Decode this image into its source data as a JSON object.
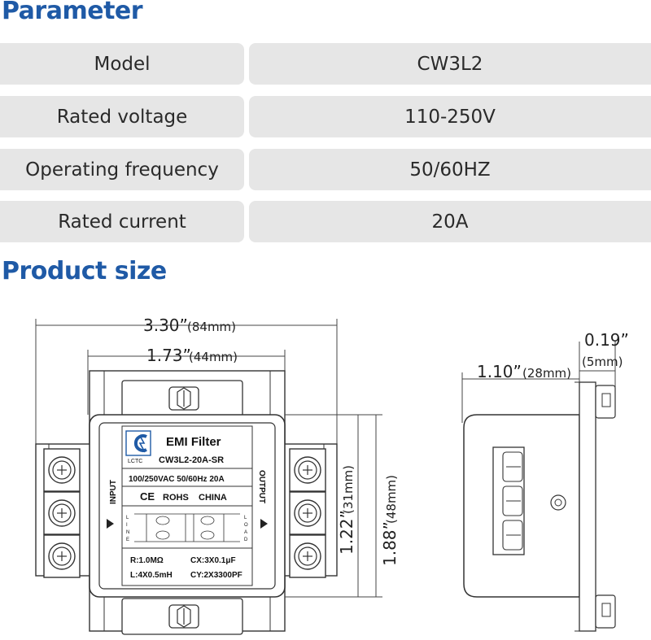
{
  "parameter_section": {
    "title": "Parameter",
    "rows": [
      {
        "label": "Model",
        "value": "CW3L2"
      },
      {
        "label": "Rated voltage",
        "value": "110-250V"
      },
      {
        "label": "Operating frequency",
        "value": "50/60HZ"
      },
      {
        "label": "Rated current",
        "value": "20A"
      }
    ]
  },
  "size_section": {
    "title": "Product size",
    "dimensions": {
      "width_total": {
        "inch": "3.30”",
        "mm": "(84mm)"
      },
      "width_body": {
        "inch": "1.73”",
        "mm": "(44mm)"
      },
      "height_body": {
        "inch": "1.22”",
        "mm": "(31mm)"
      },
      "height_total": {
        "inch": "1.88”",
        "mm": "(48mm)"
      },
      "depth": {
        "inch": "1.10”",
        "mm": "(28mm)"
      },
      "tab": {
        "inch": "0.19”",
        "mm": "(5mm)"
      }
    },
    "label": {
      "brand": "LCTC",
      "title": "EMI Filter",
      "model": "CW3L2-20A-SR",
      "rating": "100/250VAC 50/60Hz 20A",
      "ce": "CE",
      "rohs": "ROHS",
      "country": "CHINA",
      "input": "INPUT",
      "output": "OUTPUT",
      "line": "LINE",
      "load": "LOAD",
      "r": "R:1.0MΩ",
      "cx": "CX:3X0.1μF",
      "l": "L:4X0.5mH",
      "cy": "CY:2X3300PF"
    }
  }
}
